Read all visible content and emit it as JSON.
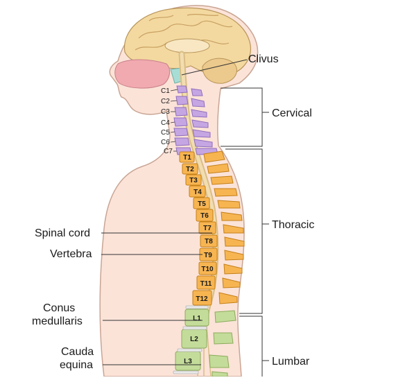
{
  "labels": {
    "clivus": "Clivus",
    "cervical": "Cervical",
    "thoracic": "Thoracic",
    "lumbar": "Lumbar",
    "spinal_cord": "Spinal cord",
    "vertebra": "Vertebra",
    "conus_line1": "Conus",
    "conus_line2": "medullaris",
    "cauda_line1": "Cauda",
    "cauda_line2": "equina"
  },
  "cervical_vertebrae": [
    "C1",
    "C2",
    "C3",
    "C4",
    "C5",
    "C6",
    "C7"
  ],
  "thoracic_vertebrae": [
    "T1",
    "T2",
    "T3",
    "T4",
    "T5",
    "T6",
    "T7",
    "T8",
    "T9",
    "T10",
    "T11",
    "T12"
  ],
  "lumbar_vertebrae": [
    "L1",
    "L2",
    "L3"
  ],
  "colors": {
    "skin": "#fbe3d8",
    "skin_outline": "#c9a594",
    "brain": "#f3d9a0",
    "nasal": "#f0aab0",
    "cervical": "#c5a6e3",
    "thoracic": "#f7b552",
    "lumbar": "#c4dc9a",
    "spinal_cord": "#f2ddb0",
    "clivus": "#a8ddd6",
    "bracket": "#333333"
  }
}
